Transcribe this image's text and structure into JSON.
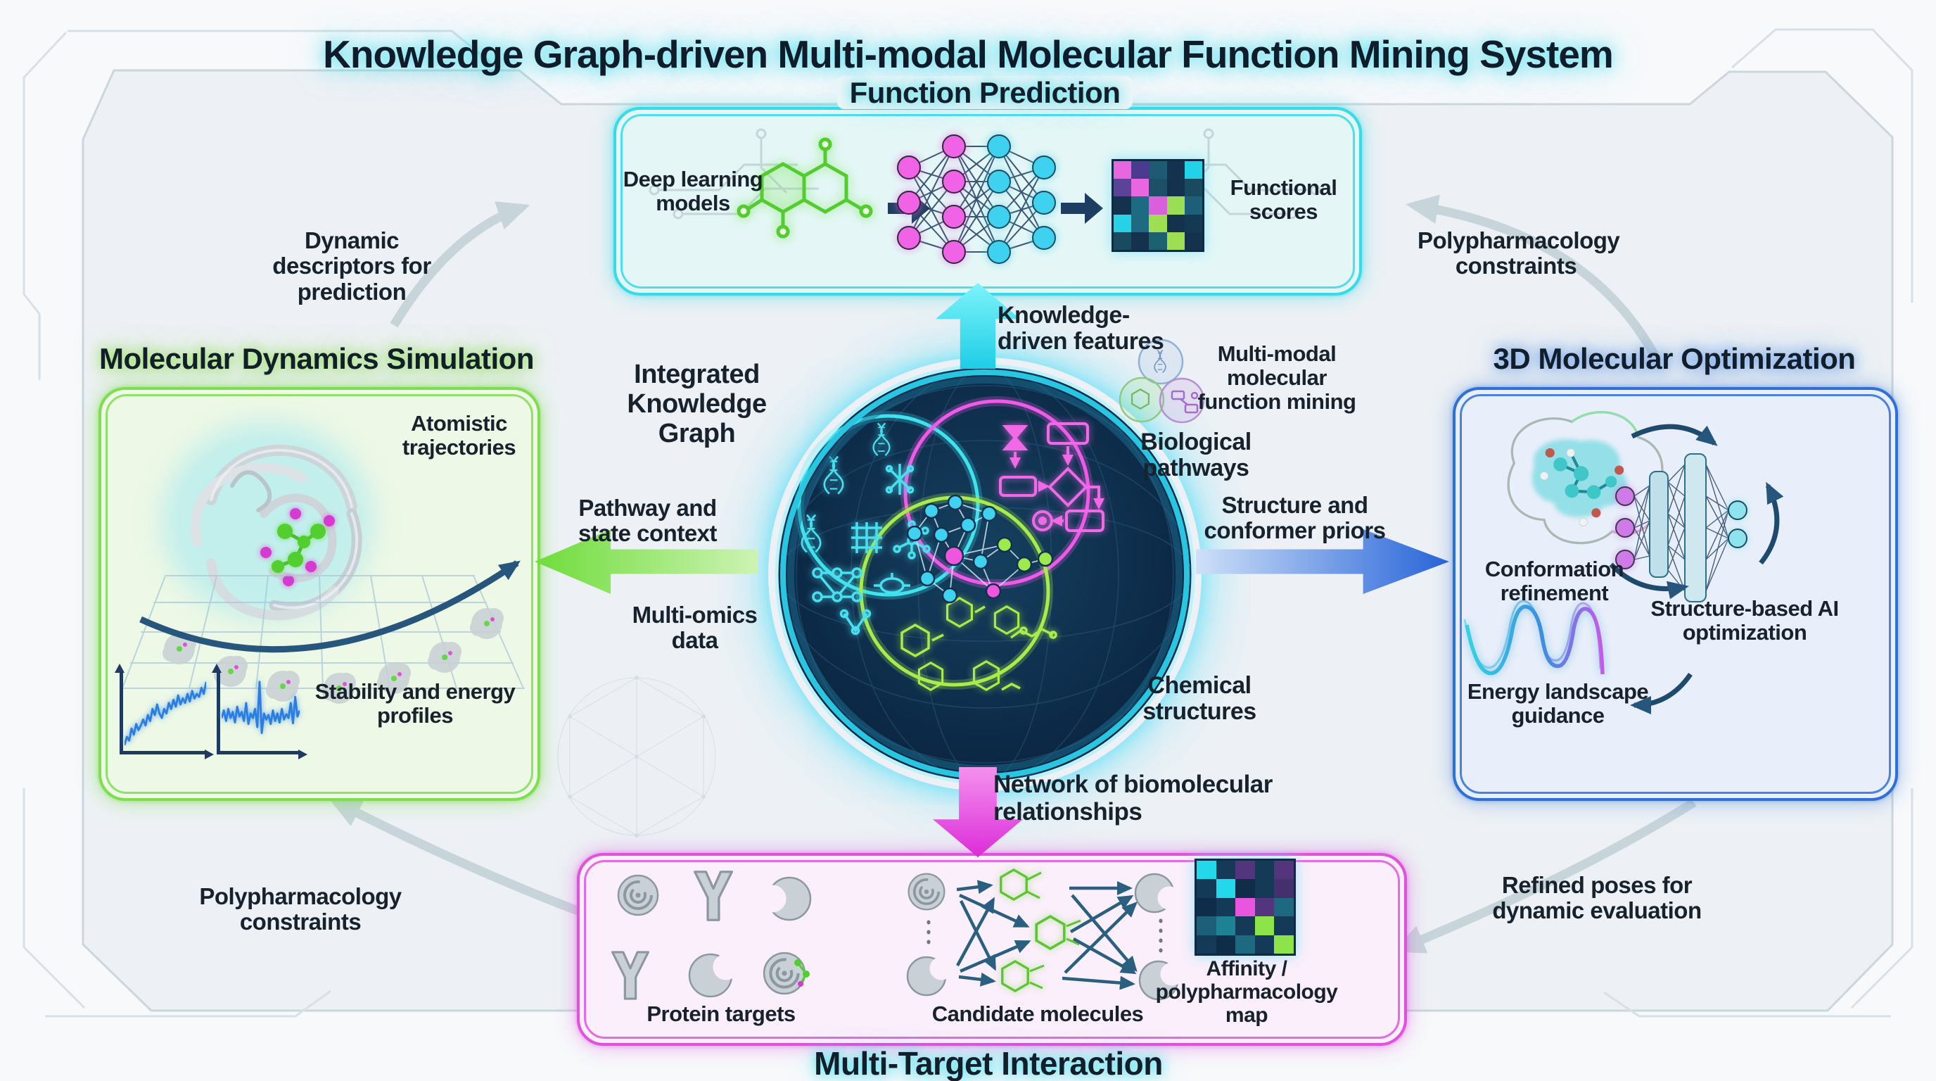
{
  "page": {
    "title": "Knowledge Graph-driven Multi-modal Molecular Function Mining System"
  },
  "center": {
    "label": "Integrated Knowledge Graph",
    "mini_venn_caption": "Multi-modal molecular function mining",
    "domain_labels": {
      "multi_omics": "Multi-omics data",
      "biological_pathways": "Biological pathways",
      "chemical_structures": "Chemical structures"
    }
  },
  "modules": {
    "function_prediction": {
      "title": "Function Prediction",
      "input_label": "Deep learning models",
      "output_label": "Functional scores"
    },
    "molecular_dynamics": {
      "title": "Molecular Dynamics Simulation",
      "trajectories_label": "Atomistic trajectories",
      "profiles_label": "Stability and energy profiles"
    },
    "molecular_optimization": {
      "title": "3D Molecular Optimization",
      "conformation_label": "Conformation refinement",
      "ai_label": "Structure-based AI optimization",
      "energy_label": "Energy landscape guidance"
    },
    "multi_target": {
      "title": "Multi-Target Interaction",
      "targets_label": "Protein targets",
      "molecules_label": "Candidate molecules",
      "affinity_label": "Affinity / polypharmacology map"
    }
  },
  "flows": {
    "knowledge_driven_features": "Knowledge-driven features",
    "dynamic_descriptors": "Dynamic descriptors for prediction",
    "polypharmacology_constraints_top": "Polypharmacology constraints",
    "pathway_state_context": "Pathway and state context",
    "structure_conformer_priors": "Structure and conformer priors",
    "network_biomolecular_relationships": "Network of biomolecular relationships",
    "polypharmacology_constraints_bottom": "Polypharmacology constraints",
    "refined_poses": "Refined poses for dynamic evaluation"
  },
  "colors": {
    "cyan_accent": "#35dbe8",
    "green_accent": "#7fdd50",
    "blue_accent": "#2f6fd8",
    "magenta_accent": "#e052de",
    "ink": "#18222d",
    "navy": "#1e3a5f",
    "arrow_gray": "#c6d4da",
    "node_magenta": "#f063e6",
    "node_cyan": "#3fd2f0",
    "node_green": "#9dea4e"
  },
  "heatmaps": {
    "functional_scores": [
      [
        "#e866e0",
        "#4a3a90",
        "#1e5a74",
        "#14314e",
        "#22d3e8"
      ],
      [
        "#5a4398",
        "#e866e0",
        "#1d5068",
        "#14314e",
        "#1a4a60"
      ],
      [
        "#14314e",
        "#1e6a82",
        "#d95fdc",
        "#9ade55",
        "#1d5f78"
      ],
      [
        "#28d2e6",
        "#1e6a82",
        "#9ede52",
        "#14314e",
        "#143955"
      ],
      [
        "#1a4a60",
        "#14314e",
        "#1d6070",
        "#9ede52",
        "#14314e"
      ]
    ],
    "affinity_polypharmacology_map": [
      [
        "#22d8ea",
        "#143a58",
        "#53357e",
        "#143a58",
        "#53357e"
      ],
      [
        "#143a58",
        "#22d8ea",
        "#0f2d48",
        "#143a58",
        "#45306e"
      ],
      [
        "#0f2d48",
        "#143a58",
        "#ea55e0",
        "#53357e",
        "#1d6a80"
      ],
      [
        "#1d5f78",
        "#1e8295",
        "#143a58",
        "#8ce34a",
        "#143a58"
      ],
      [
        "#143a58",
        "#0f2d48",
        "#1d6a80",
        "#143a58",
        "#8ce34a"
      ]
    ]
  },
  "profiles": {
    "stability": [
      0.04,
      0.15,
      0.1,
      0.26,
      0.18,
      0.32,
      0.24,
      0.3,
      0.38,
      0.3,
      0.44,
      0.36,
      0.52,
      0.44,
      0.58,
      0.46,
      0.4,
      0.52,
      0.46,
      0.6,
      0.52,
      0.64,
      0.55,
      0.7,
      0.58,
      0.66,
      0.6,
      0.72,
      0.62,
      0.76,
      0.66,
      0.72,
      0.68,
      0.8,
      0.72,
      0.88
    ],
    "energy": [
      0.4,
      0.5,
      0.36,
      0.52,
      0.4,
      0.48,
      0.34,
      0.55,
      0.42,
      0.48,
      0.36,
      0.6,
      0.32,
      0.46,
      0.4,
      0.52,
      0.28,
      0.88,
      0.2,
      0.46,
      0.38,
      0.44,
      0.32,
      0.5,
      0.36,
      0.46,
      0.34,
      0.52,
      0.38,
      0.45,
      0.4,
      0.6,
      0.33,
      0.68,
      0.42,
      0.5
    ]
  }
}
